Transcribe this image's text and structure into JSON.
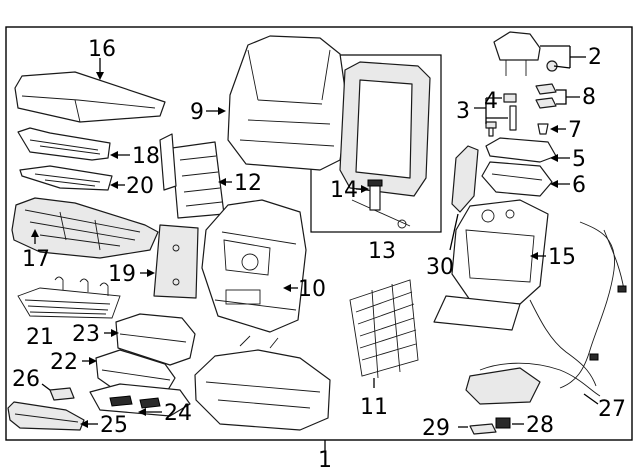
{
  "diagram": {
    "assembly_number": "1",
    "callouts": {
      "c2": "2",
      "c3": "3",
      "c4": "4",
      "c5": "5",
      "c6": "6",
      "c7": "7",
      "c8": "8",
      "c9": "9",
      "c10": "10",
      "c11": "11",
      "c12": "12",
      "c13": "13",
      "c14": "14",
      "c15": "15",
      "c16": "16",
      "c17": "17",
      "c18": "18",
      "c19": "19",
      "c20": "20",
      "c21": "21",
      "c22": "22",
      "c23": "23",
      "c24": "24",
      "c25": "25",
      "c26": "26",
      "c27": "27",
      "c28": "28",
      "c29": "29",
      "c30": "30"
    }
  }
}
